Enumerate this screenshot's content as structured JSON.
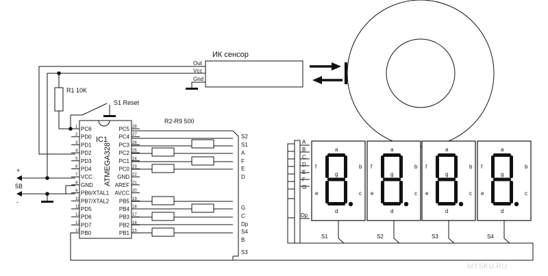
{
  "sensor": {
    "title": "ИК сенсор",
    "pins": [
      "Out",
      "Vcc",
      "Gnd"
    ]
  },
  "resistor_pullup": "R1 10K",
  "reset_switch": "S1  Reset",
  "resistor_bank": "R2-R9 500",
  "mcu": {
    "ref": "IC1",
    "part": "ATMEGA328",
    "left_pins": [
      {
        "n": "1",
        "name": "PC6"
      },
      {
        "n": "2",
        "name": "PD0"
      },
      {
        "n": "3",
        "name": "PD1"
      },
      {
        "n": "4",
        "name": "PD2"
      },
      {
        "n": "5",
        "name": "PD3"
      },
      {
        "n": "6",
        "name": "PD4"
      },
      {
        "n": "7",
        "name": "VCC"
      },
      {
        "n": "8",
        "name": "GND"
      },
      {
        "n": "9",
        "name": "PB6/XTAL1"
      },
      {
        "n": "10",
        "name": "PB7/XTAL2"
      },
      {
        "n": "11",
        "name": "PD5"
      },
      {
        "n": "12",
        "name": "PD6"
      },
      {
        "n": "13",
        "name": "PD7"
      },
      {
        "n": "14",
        "name": "PB0"
      }
    ],
    "right_pins": [
      {
        "n": "28",
        "name": "PC5"
      },
      {
        "n": "27",
        "name": "PC4"
      },
      {
        "n": "26",
        "name": "PC3"
      },
      {
        "n": "25",
        "name": "PC2"
      },
      {
        "n": "24",
        "name": "PC1"
      },
      {
        "n": "23",
        "name": "PC0"
      },
      {
        "n": "22",
        "name": "GND"
      },
      {
        "n": "21",
        "name": "AREF"
      },
      {
        "n": "20",
        "name": "AVCC"
      },
      {
        "n": "19",
        "name": "PB5"
      },
      {
        "n": "18",
        "name": "PB4"
      },
      {
        "n": "17",
        "name": "PB3"
      },
      {
        "n": "16",
        "name": "PB2"
      },
      {
        "n": "15",
        "name": "PB1"
      }
    ]
  },
  "power": {
    "plus": "+",
    "voltage": "5В",
    "minus": "-"
  },
  "net_labels": [
    "S2",
    "S1",
    "A",
    "F",
    "E",
    "D",
    "G",
    "C",
    "Dp",
    "S4",
    "B",
    "S3"
  ],
  "bus_labels": [
    "A",
    "B",
    "C",
    "D",
    "E",
    "F",
    "G",
    "Dp"
  ],
  "digit_segments": [
    "a",
    "b",
    "c",
    "d",
    "e",
    "f",
    "g"
  ],
  "digit_selects": [
    "S1",
    "S2",
    "S3",
    "S4"
  ]
}
